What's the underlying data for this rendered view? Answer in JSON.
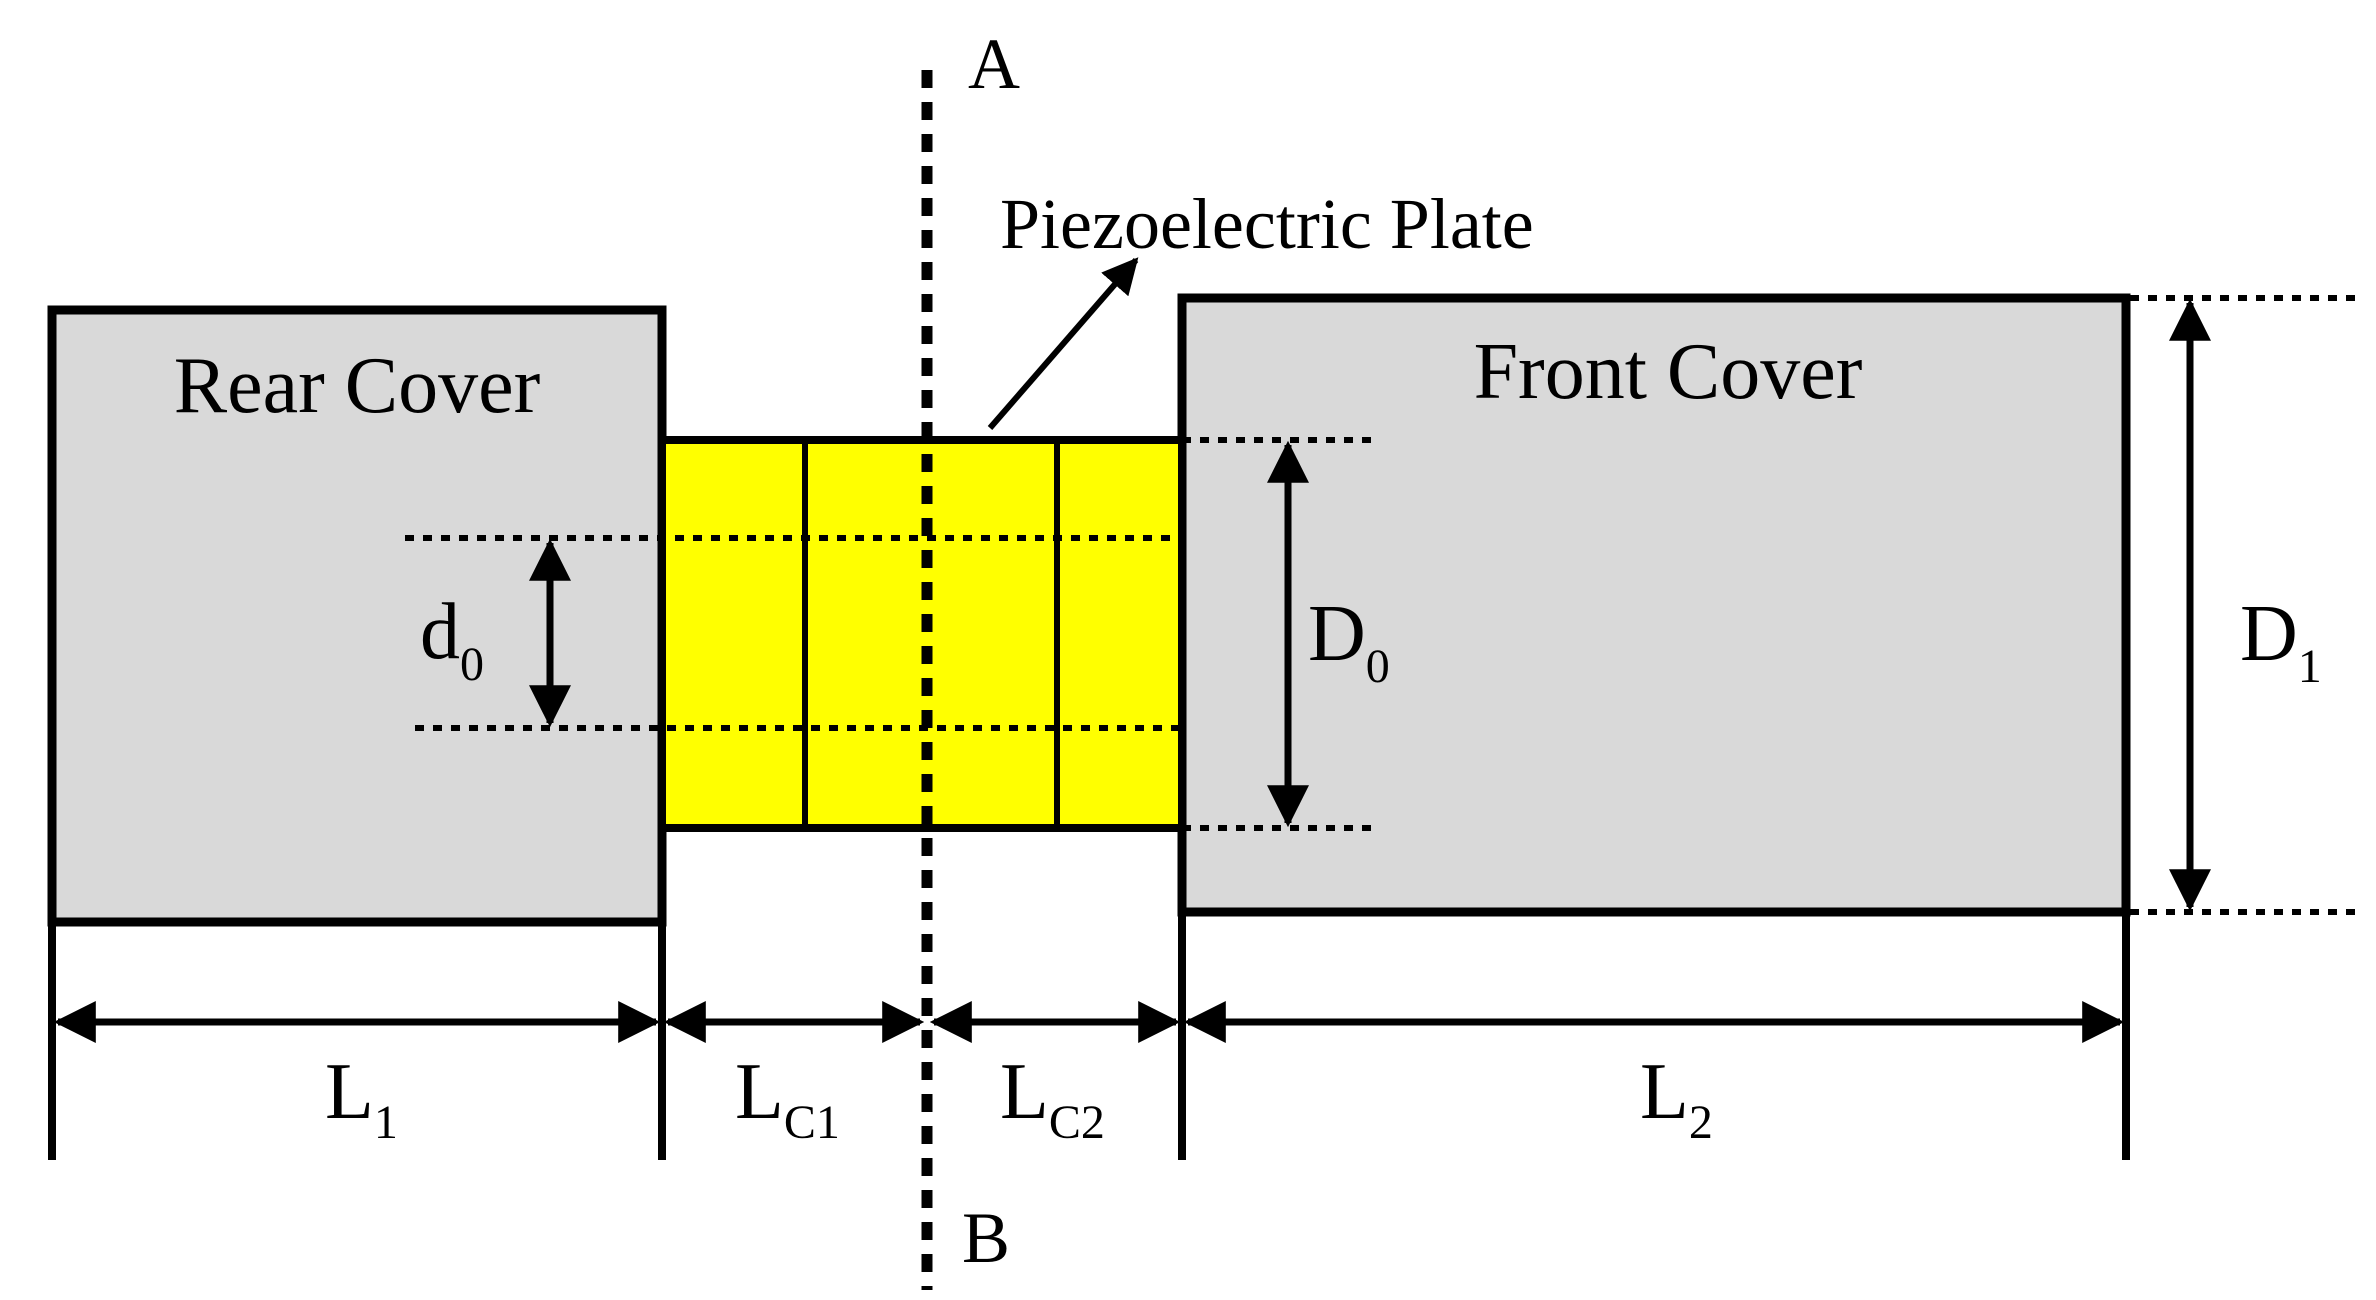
{
  "labels": {
    "point_a": "A",
    "point_b": "B",
    "piezo_plate": "Piezoelectric Plate",
    "rear_cover": "Rear Cover",
    "front_cover": "Front Cover",
    "d0_main": "d",
    "d0_sub": "0",
    "D0_main": "D",
    "D0_sub": "0",
    "D1_main": "D",
    "D1_sub": "1",
    "L1_main": "L",
    "L1_sub": "1",
    "LC1_main": "L",
    "LC1_sub": "C1",
    "LC2_main": "L",
    "LC2_sub": "C2",
    "L2_main": "L",
    "L2_sub": "2"
  },
  "colors": {
    "cover_fill": "#d9d9d9",
    "piezo_fill": "#ffff00",
    "stroke": "#000000"
  }
}
